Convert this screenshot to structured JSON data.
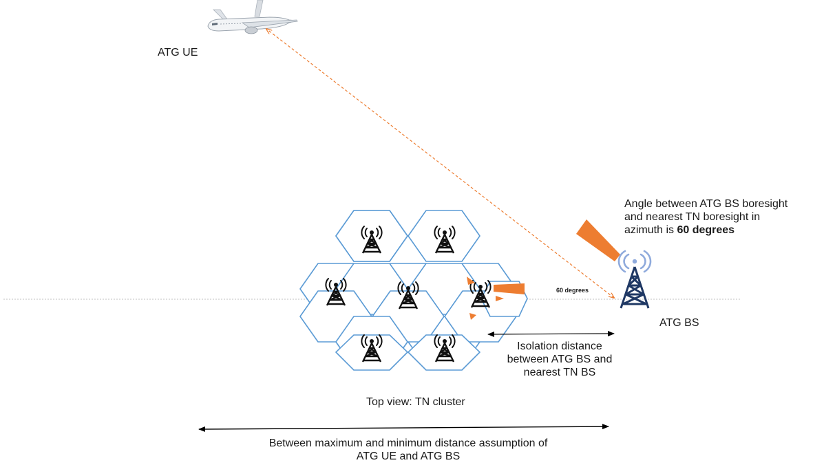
{
  "labels": {
    "atg_ue": "ATG UE",
    "atg_bs": "ATG BS",
    "angle_line1": "Angle between ATG BS boresight",
    "angle_line2": "and nearest TN boresight in",
    "angle_line3_prefix": "azimuth is ",
    "angle_line3_value": "60 degrees",
    "angle_small": "60 degrees",
    "isolation_line1": "Isolation distance",
    "isolation_line2": "between ATG BS and",
    "isolation_line3": "nearest TN BS",
    "cluster_caption": "Top view: TN cluster",
    "range_line1": "Between maximum and minimum distance assumption of",
    "range_line2": "ATG UE and ATG BS"
  },
  "colors": {
    "hex_outline": "#5b9bd5",
    "beam_orange": "#ed7d31",
    "tower_dark": "#1f3864",
    "tower_waves": "#8faadc",
    "ground_line": "#bfbfbf",
    "arrow_black": "#000000"
  },
  "icons": {
    "tn_tower": "cell-tower-icon",
    "atg_tower": "atg-tower-icon",
    "aircraft": "airplane-icon"
  }
}
